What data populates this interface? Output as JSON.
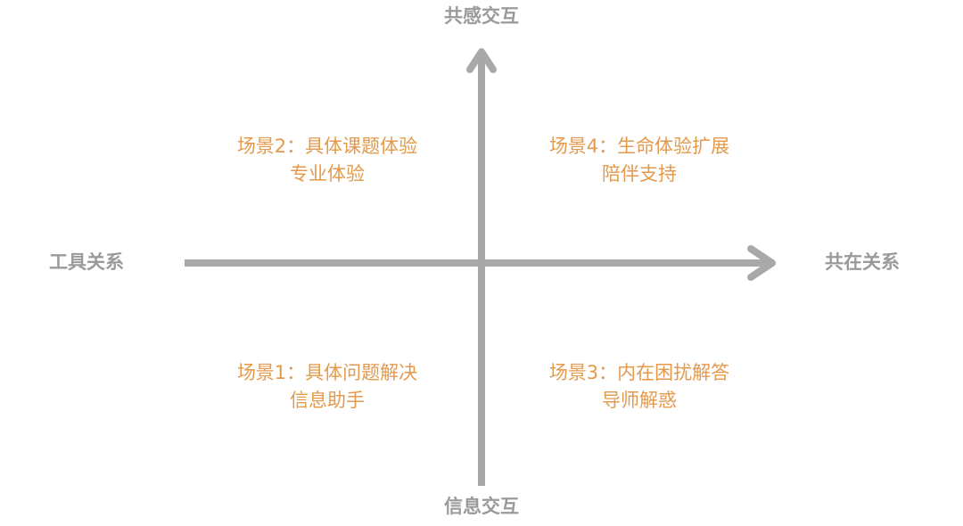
{
  "colors": {
    "axis": "#a8a8a8",
    "axis_label": "#9a9a9a",
    "quadrant_text": "#e39a4c",
    "background": "#ffffff"
  },
  "axes": {
    "top_label": "共感交互",
    "bottom_label": "信息交互",
    "left_label": "工具关系",
    "right_label": "共在关系"
  },
  "quadrants": {
    "top_left": {
      "title": "场景2：具体课题体验",
      "subtitle": "专业体验"
    },
    "top_right": {
      "title": "场景4：生命体验扩展",
      "subtitle": "陪伴支持"
    },
    "bottom_left": {
      "title": "场景1：具体问题解决",
      "subtitle": "信息助手"
    },
    "bottom_right": {
      "title": "场景3：内在困扰解答",
      "subtitle": "导师解惑"
    }
  }
}
